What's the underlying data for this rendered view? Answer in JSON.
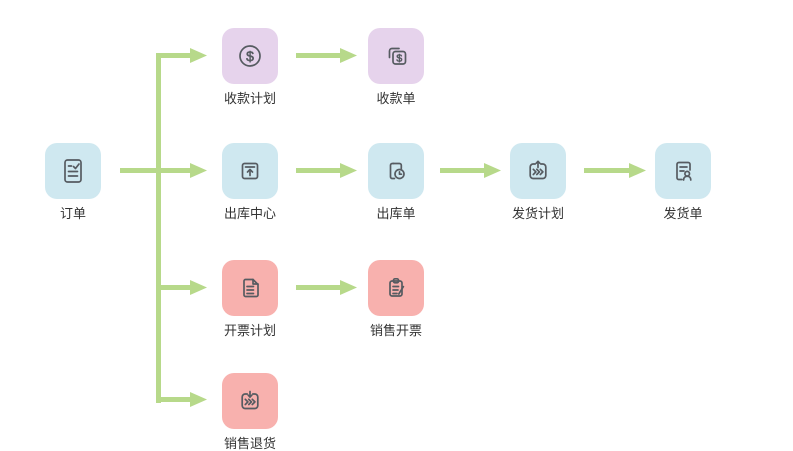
{
  "diagram": {
    "title": "sales-order-flow-diagram"
  },
  "colors": {
    "arrow": "#b7d98a",
    "tile_blue": "#cfe8f0",
    "tile_purple": "#e6d3ec",
    "tile_pink": "#f8b1ae",
    "glyph": "#565b61",
    "label": "#333333",
    "background": "#ffffff"
  },
  "nodes": [
    {
      "id": "order",
      "label": "订单",
      "icon": "order-checklist-icon",
      "color": "tile_blue"
    },
    {
      "id": "collection-plan",
      "label": "收款计划",
      "icon": "dollar-circle-icon",
      "color": "tile_purple"
    },
    {
      "id": "collection-receipt",
      "label": "收款单",
      "icon": "dollar-copies-icon",
      "color": "tile_purple"
    },
    {
      "id": "outbound-center",
      "label": "出库中心",
      "icon": "upload-box-icon",
      "color": "tile_blue"
    },
    {
      "id": "outbound-order",
      "label": "出库单",
      "icon": "document-clock-icon",
      "color": "tile_blue"
    },
    {
      "id": "shipping-plan",
      "label": "发货计划",
      "icon": "dispatch-out-icon",
      "color": "tile_blue"
    },
    {
      "id": "shipping-order",
      "label": "发货单",
      "icon": "document-person-icon",
      "color": "tile_blue"
    },
    {
      "id": "invoicing-plan",
      "label": "开票计划",
      "icon": "document-lines-icon",
      "color": "tile_pink"
    },
    {
      "id": "sales-invoicing",
      "label": "销售开票",
      "icon": "clipboard-pen-icon",
      "color": "tile_pink"
    },
    {
      "id": "sales-return",
      "label": "销售退货",
      "icon": "dispatch-return-icon",
      "color": "tile_pink"
    }
  ],
  "edges": [
    {
      "from": "order",
      "to": "collection-plan"
    },
    {
      "from": "order",
      "to": "outbound-center"
    },
    {
      "from": "order",
      "to": "invoicing-plan"
    },
    {
      "from": "order",
      "to": "sales-return"
    },
    {
      "from": "collection-plan",
      "to": "collection-receipt"
    },
    {
      "from": "outbound-center",
      "to": "outbound-order"
    },
    {
      "from": "outbound-order",
      "to": "shipping-plan"
    },
    {
      "from": "shipping-plan",
      "to": "shipping-order"
    },
    {
      "from": "invoicing-plan",
      "to": "sales-invoicing"
    }
  ]
}
